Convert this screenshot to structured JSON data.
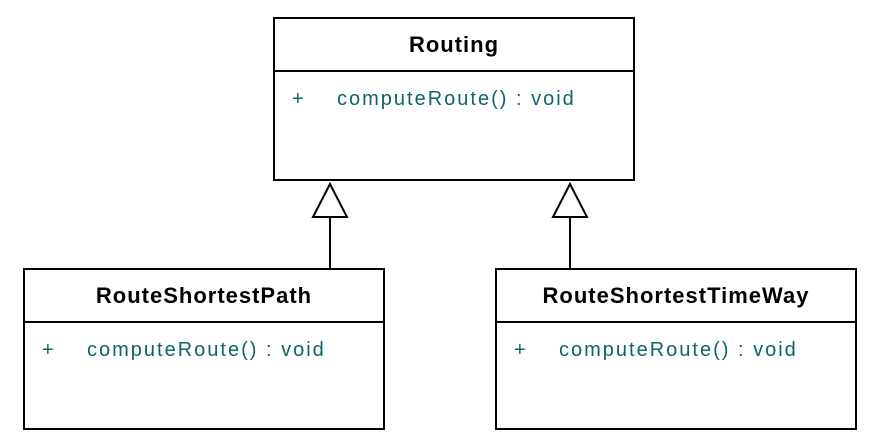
{
  "diagram": {
    "type": "uml-class-diagram",
    "background_color": "#ffffff",
    "border_color": "#000000",
    "class_name_color": "#000000",
    "method_text_color": "#0f6469",
    "classes": [
      {
        "name": "Routing",
        "methods": [
          {
            "visibility": "+",
            "signature": "computeRoute() : void"
          }
        ]
      },
      {
        "name": "RouteShortestPath",
        "methods": [
          {
            "visibility": "+",
            "signature": "computeRoute() : void"
          }
        ]
      },
      {
        "name": "RouteShortestTimeWay",
        "methods": [
          {
            "visibility": "+",
            "signature": "computeRoute() : void"
          }
        ]
      }
    ],
    "relations": [
      {
        "type": "generalization",
        "from": "RouteShortestPath",
        "to": "Routing"
      },
      {
        "type": "generalization",
        "from": "RouteShortestTimeWay",
        "to": "Routing"
      }
    ]
  }
}
